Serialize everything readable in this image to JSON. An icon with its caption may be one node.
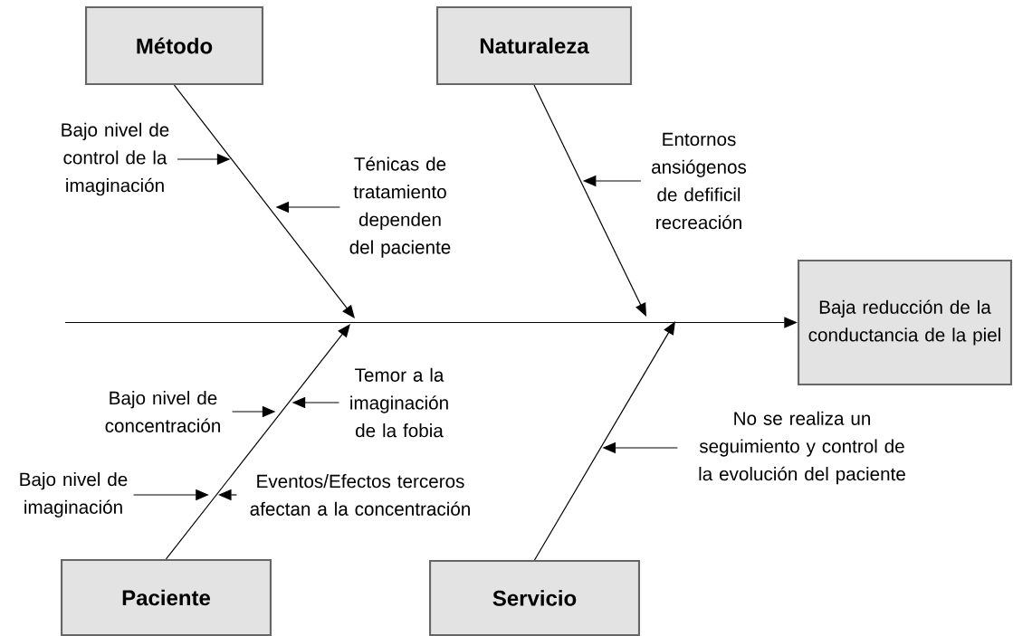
{
  "diagram": {
    "nodes": [
      {
        "text": [
          "Método"
        ]
      },
      {
        "text": [
          "Naturaleza"
        ]
      },
      {
        "text": [
          "Bajo nivel de control de la imaginación"
        ]
      },
      {
        "text": [
          "Ténicas de tratamiento dependen del paciente"
        ]
      },
      {
        "text": [
          "Entornos ansiógenos de defificil recreación"
        ]
      },
      {
        "text": [
          "Baja reducción de la conductancia de la piel"
        ]
      },
      {
        "text": [
          "Bajo nivel de concentración"
        ]
      },
      {
        "text": [
          "Temor a la imaginación de la fobia"
        ]
      },
      {
        "text": [
          "Bajo nivel de imaginación"
        ]
      },
      {
        "text": [
          "Eventos/Efectos terceros afectan a la concentración"
        ]
      },
      {
        "text": [
          "No se realiza un seguimiento y control de la evolución del paciente"
        ]
      },
      {
        "text": [
          "Paciente"
        ]
      },
      {
        "text": [
          "Servicio"
        ]
      }
    ],
    "edges": [
      {
        "from": null,
        "to": 5,
        "arrow": "to"
      },
      {
        "from": 0,
        "to": null,
        "arrow": "to"
      },
      {
        "from": 1,
        "to": null,
        "arrow": "to"
      },
      {
        "from": 11,
        "to": null,
        "arrow": "to"
      },
      {
        "from": 12,
        "to": null,
        "arrow": "to"
      },
      {
        "from": 2,
        "to": null,
        "arrow": "to"
      },
      {
        "from": 3,
        "to": null,
        "arrow": "to"
      },
      {
        "from": 4,
        "to": null,
        "arrow": "to"
      },
      {
        "from": 6,
        "to": null,
        "arrow": "to"
      },
      {
        "from": 7,
        "to": null,
        "arrow": "to"
      },
      {
        "from": 8,
        "to": null,
        "arrow": "to"
      },
      {
        "from": 9,
        "to": null,
        "arrow": "to"
      },
      {
        "from": 10,
        "to": null,
        "arrow": "to"
      }
    ]
  }
}
